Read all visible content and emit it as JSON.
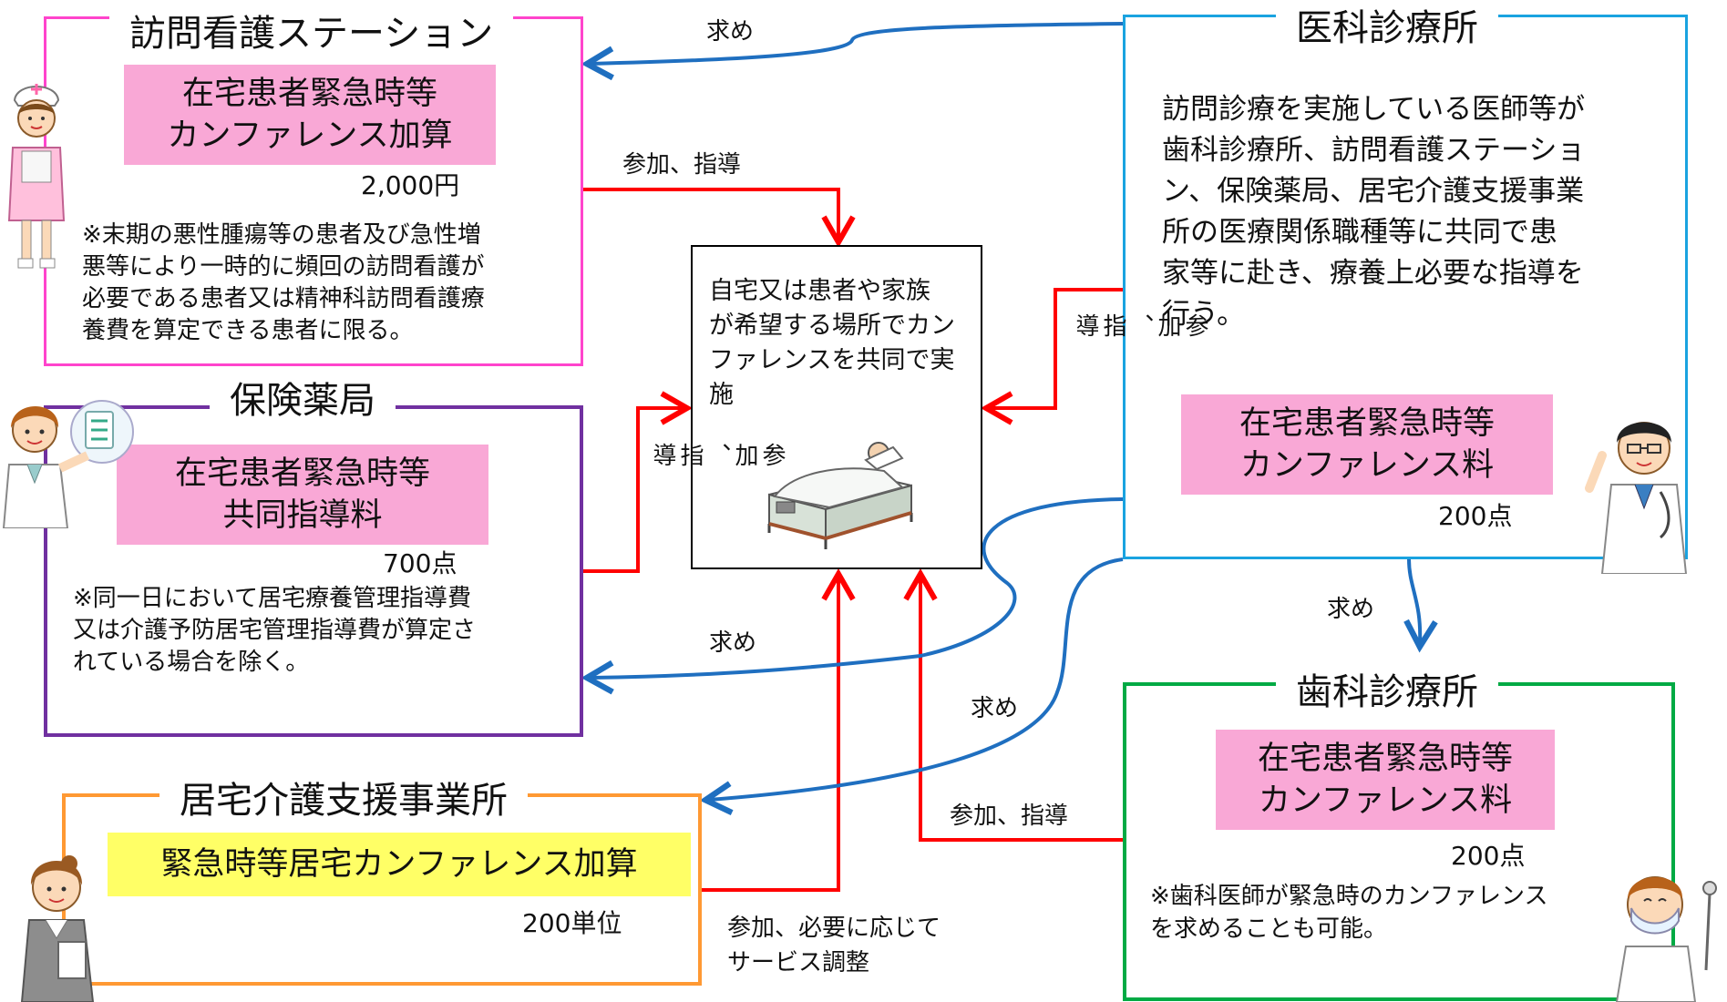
{
  "nursing_station": {
    "title": "訪問看護ステーション",
    "badge_lines": [
      "在宅患者緊急時等",
      "カンファレンス加算"
    ],
    "amount": "2,000円",
    "note_lines": [
      "※末期の悪性腫瘍等の患者及び急性増",
      "悪等により一時的に頻回の訪問看護が",
      "必要である患者又は精神科訪問看護療",
      "養費を算定できる患者に限る。"
    ]
  },
  "pharmacy": {
    "title": "保険薬局",
    "badge_lines": [
      "在宅患者緊急時等",
      "共同指導料"
    ],
    "amount": "700点",
    "note_lines": [
      "※同一日において居宅療養管理指導費",
      "又は介護予防居宅管理指導費が算定さ",
      "れている場合を除く。"
    ]
  },
  "care_office": {
    "title": "居宅介護支援事業所",
    "badge": "緊急時等居宅カンファレンス加算",
    "amount": "200単位"
  },
  "medical_clinic": {
    "title": "医科診療所",
    "desc_lines": [
      "訪問診療を実施している医師等が",
      "歯科診療所、訪問看護ステーショ",
      "ン、保険薬局、居宅介護支援事業",
      "所の医療関係職種等に共同で患",
      "家等に赴き、療養上必要な指導を",
      "行う。"
    ],
    "badge_lines": [
      "在宅患者緊急時等",
      "カンファレンス料"
    ],
    "amount": "200点"
  },
  "dental_clinic": {
    "title": "歯科診療所",
    "badge_lines": [
      "在宅患者緊急時等",
      "カンファレンス料"
    ],
    "amount": "200点",
    "note_lines": [
      "※歯科医師が緊急時のカンファレンス",
      "を求めることも可能。"
    ]
  },
  "center": {
    "text_lines": [
      "自宅又は患者や家族",
      "が希望する場所でカン",
      "ファレンスを共同で実",
      "施"
    ]
  },
  "arrow_labels": {
    "request_top": "求め",
    "participate_guide_top": "参加、指導",
    "participate_guide_v_left": [
      "参",
      "加",
      "、",
      "指",
      "導"
    ],
    "participate_guide_v_right": [
      "参",
      "加",
      "、",
      "指",
      "導"
    ],
    "request_pharmacy": "求め",
    "request_care": "求め",
    "request_dental": "求め",
    "participate_guide_dental": "参加、指導",
    "participate_care_lines": [
      "参加、必要に応じて",
      "サービス調整"
    ]
  },
  "colors": {
    "nursing": "#ff44cc",
    "pharmacy": "#7030a0",
    "care": "#ff9933",
    "medical": "#1aa3e0",
    "dental": "#00aa44",
    "red_arrow": "#ff0000",
    "blue_arrow": "#1f6fc0",
    "badge_pink": "#f9a8d6",
    "badge_yellow": "#ffff66"
  },
  "icons": [
    "nurse-icon",
    "pharmacist-icon",
    "care-manager-icon",
    "doctor-icon",
    "dentist-icon",
    "bed-patient-icon"
  ]
}
